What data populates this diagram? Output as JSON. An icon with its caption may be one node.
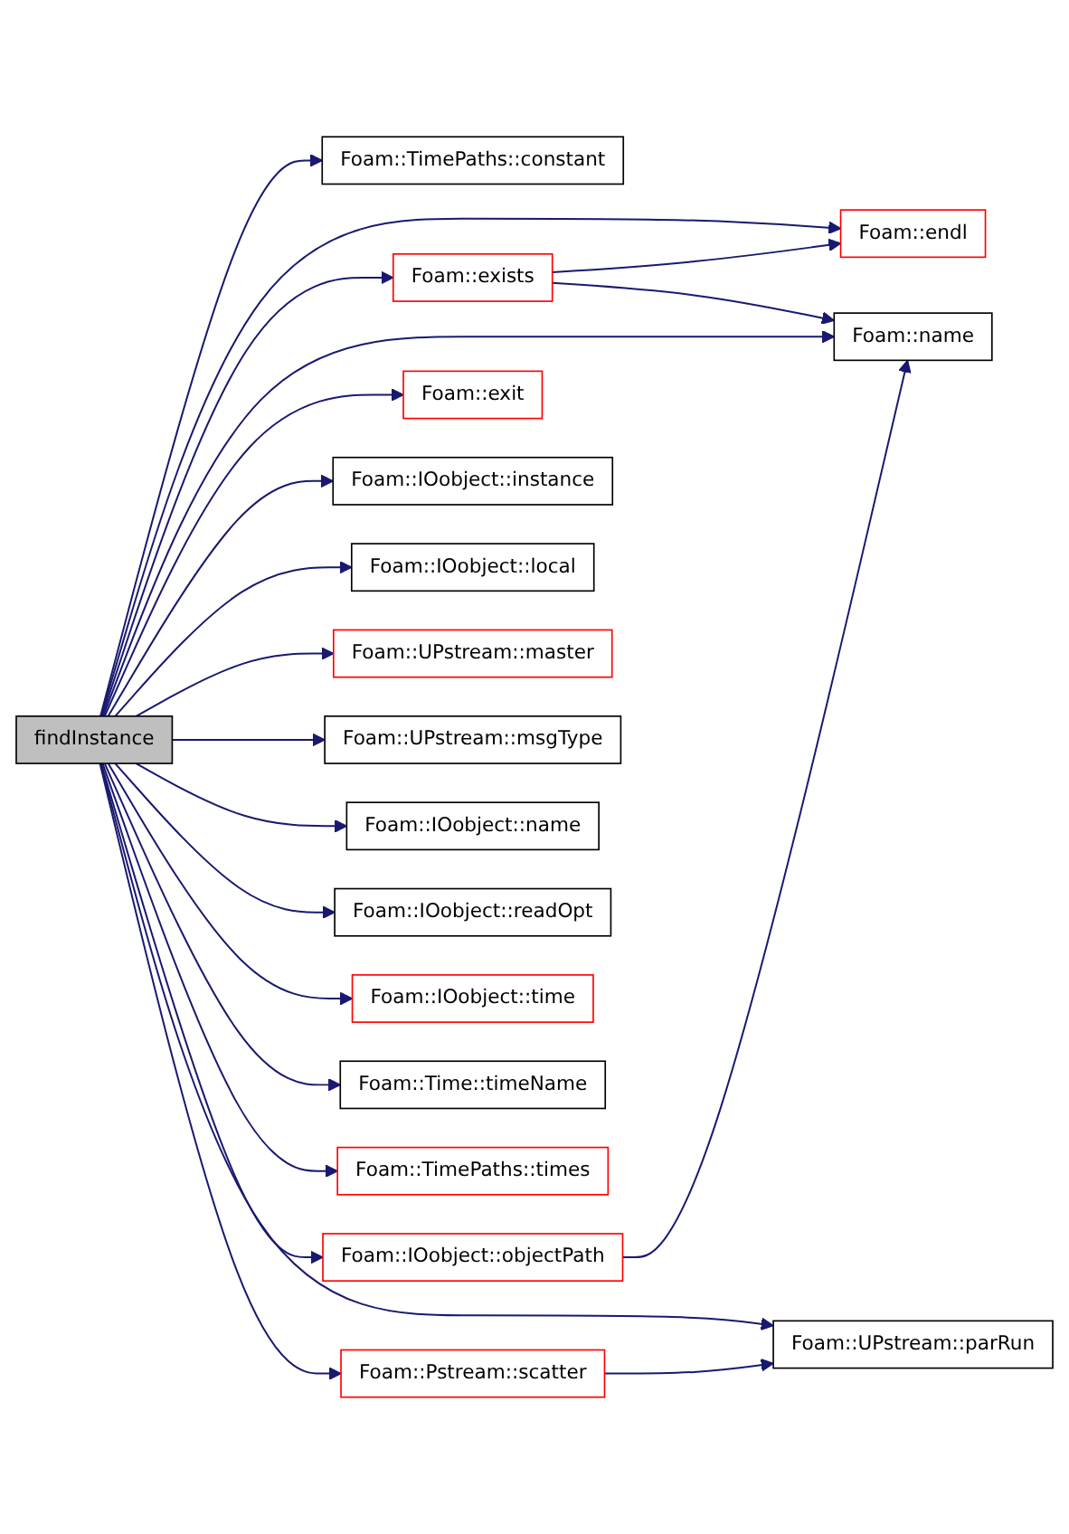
{
  "diagram": {
    "nodes": [
      {
        "text": [
          "findInstance"
        ]
      },
      {
        "text": [
          "Foam::TimePaths::constant"
        ]
      },
      {
        "text": [
          "Foam::endl"
        ]
      },
      {
        "text": [
          "Foam::exists"
        ]
      },
      {
        "text": [
          "Foam::name"
        ]
      },
      {
        "text": [
          "Foam::exit"
        ]
      },
      {
        "text": [
          "Foam::IOobject::instance"
        ]
      },
      {
        "text": [
          "Foam::IOobject::local"
        ]
      },
      {
        "text": [
          "Foam::UPstream::master"
        ]
      },
      {
        "text": [
          "Foam::UPstream::msgType"
        ]
      },
      {
        "text": [
          "Foam::IOobject::name"
        ]
      },
      {
        "text": [
          "Foam::IOobject::objectPath"
        ]
      },
      {
        "text": [
          "Foam::UPstream::parRun"
        ]
      },
      {
        "text": [
          "Foam::IOobject::readOpt"
        ]
      },
      {
        "text": [
          "Foam::Pstream::scatter"
        ]
      },
      {
        "text": [
          "Foam::IOobject::time"
        ]
      },
      {
        "text": [
          "Foam::Time::timeName"
        ]
      },
      {
        "text": [
          "Foam::TimePaths::times"
        ]
      }
    ],
    "edges": [
      {
        "from": 0,
        "to": 1,
        "arrow": "to"
      },
      {
        "from": 0,
        "to": 2,
        "arrow": "to"
      },
      {
        "from": 0,
        "to": 3,
        "arrow": "to"
      },
      {
        "from": 3,
        "to": 2,
        "arrow": "to"
      },
      {
        "from": 3,
        "to": 4,
        "arrow": "to"
      },
      {
        "from": 0,
        "to": 4,
        "arrow": "to"
      },
      {
        "from": 0,
        "to": 5,
        "arrow": "to"
      },
      {
        "from": 0,
        "to": 6,
        "arrow": "to"
      },
      {
        "from": 0,
        "to": 7,
        "arrow": "to"
      },
      {
        "from": 0,
        "to": 8,
        "arrow": "to"
      },
      {
        "from": 0,
        "to": 9,
        "arrow": "to"
      },
      {
        "from": 0,
        "to": 10,
        "arrow": "to"
      },
      {
        "from": 0,
        "to": 11,
        "arrow": "to"
      },
      {
        "from": 11,
        "to": 4,
        "arrow": "to"
      },
      {
        "from": 0,
        "to": 12,
        "arrow": "to"
      },
      {
        "from": 0,
        "to": 13,
        "arrow": "to"
      },
      {
        "from": 0,
        "to": 14,
        "arrow": "to"
      },
      {
        "from": 14,
        "to": 12,
        "arrow": "to"
      },
      {
        "from": 0,
        "to": 15,
        "arrow": "to"
      },
      {
        "from": 0,
        "to": 16,
        "arrow": "to"
      },
      {
        "from": 0,
        "to": 17,
        "arrow": "to"
      }
    ]
  }
}
